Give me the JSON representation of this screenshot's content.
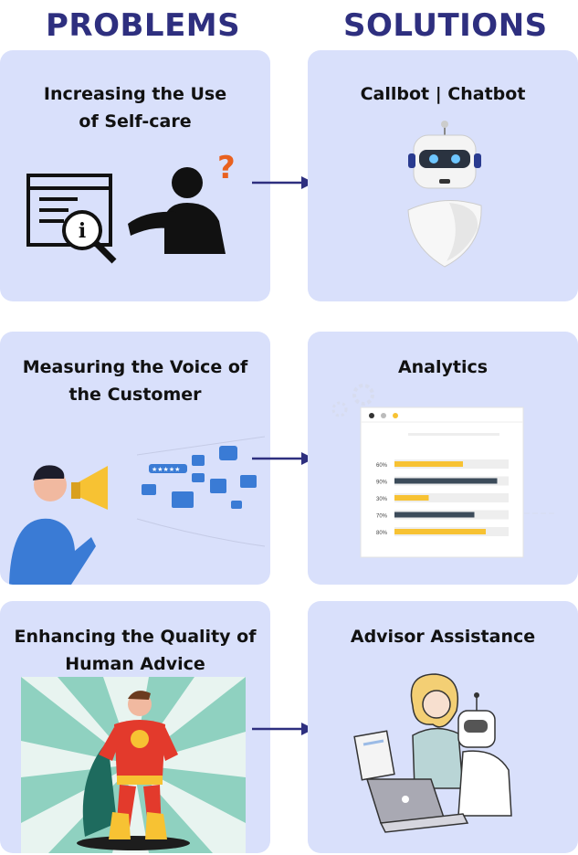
{
  "headers": {
    "problems": "PROBLEMS",
    "solutions": "SOLUTIONS"
  },
  "rows": [
    {
      "problem": {
        "title": "Increasing the Use of Self-care",
        "icon": "self-care-help-icon"
      },
      "solution": {
        "title": "Callbot | Chatbot",
        "icon": "robot-icon"
      }
    },
    {
      "problem": {
        "title": "Measuring the Voice of the Customer",
        "icon": "megaphone-person-icon"
      },
      "solution": {
        "title": "Analytics",
        "icon": "analytics-dashboard-icon",
        "bars": [
          {
            "label": "60%",
            "value": 60,
            "color": "#f7c233"
          },
          {
            "label": "90%",
            "value": 90,
            "color": "#3c4b5a"
          },
          {
            "label": "30%",
            "value": 30,
            "color": "#f7c233"
          },
          {
            "label": "70%",
            "value": 70,
            "color": "#3c4b5a"
          },
          {
            "label": "80%",
            "value": 80,
            "color": "#f7c233"
          }
        ]
      }
    },
    {
      "problem": {
        "title": "Enhancing the Quality of Human Advice",
        "icon": "superhero-icon"
      },
      "solution": {
        "title": "Advisor Assistance",
        "icon": "advisor-robot-icon"
      }
    }
  ],
  "colors": {
    "heading": "#2e2f7f",
    "card": "#d9e0fb",
    "arrow": "#2e2f7f",
    "accent": "#f7c233"
  }
}
